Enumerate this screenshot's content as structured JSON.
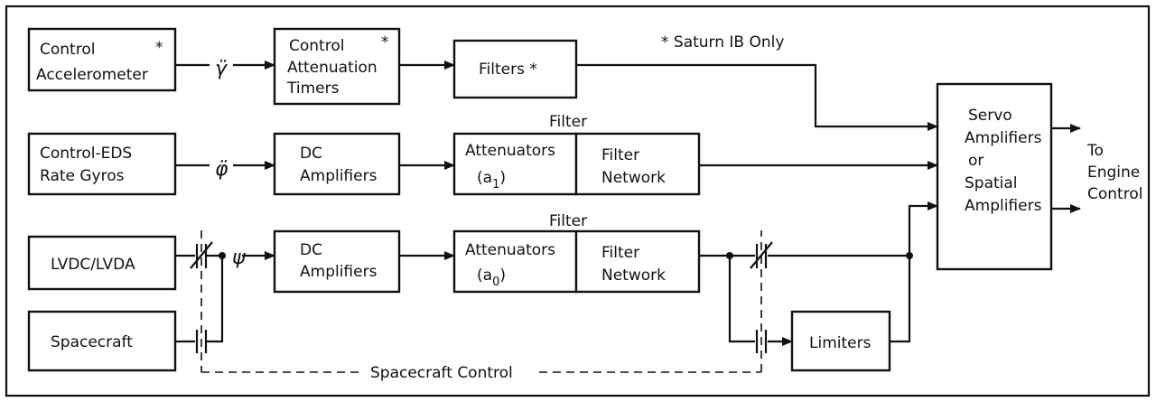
{
  "note": "* Saturn IB Only",
  "blocks": {
    "control_accelerometer": {
      "line1": "Control",
      "star": "*",
      "line2": "Accelerometer"
    },
    "control_attenuation_timers": {
      "line1": "Control",
      "star": "*",
      "line2": "Attenuation",
      "line3": "Timers"
    },
    "filters": {
      "label": "Filters *"
    },
    "rate_gyros": {
      "line1": "Control-EDS",
      "line2": "Rate Gyros"
    },
    "dc_amplifiers_1": {
      "line1": "DC",
      "line2": "Amplifiers"
    },
    "attenuators_a1": {
      "line1": "Attenuators",
      "line2": "(a",
      "sub": "1",
      "close": ")"
    },
    "filter_network_1": {
      "line1": "Filter",
      "line2": "Network"
    },
    "filter_header_1": "Filter",
    "lvdc_lvda": {
      "label": "LVDC/LVDA"
    },
    "dc_amplifiers_2": {
      "line1": "DC",
      "line2": "Amplifiers"
    },
    "attenuators_a0": {
      "line1": "Attenuators",
      "line2": "(a",
      "sub": "0",
      "close": ")"
    },
    "filter_network_2": {
      "line1": "Filter",
      "line2": "Network"
    },
    "filter_header_2": "Filter",
    "spacecraft": {
      "label": "Spacecraft"
    },
    "limiters": {
      "label": "Limiters"
    },
    "servo": {
      "line1": "Servo",
      "line2": "Amplifiers",
      "line3": "or",
      "line4": "Spatial",
      "line5": "Amplifiers"
    },
    "to_engine": {
      "line1": "To",
      "line2": "Engine",
      "line3": "Control"
    }
  },
  "signals": {
    "gamma": "γ̈",
    "phi": "φ̈",
    "psi": "ψ"
  },
  "spacecraft_control_label": "Spacecraft Control"
}
